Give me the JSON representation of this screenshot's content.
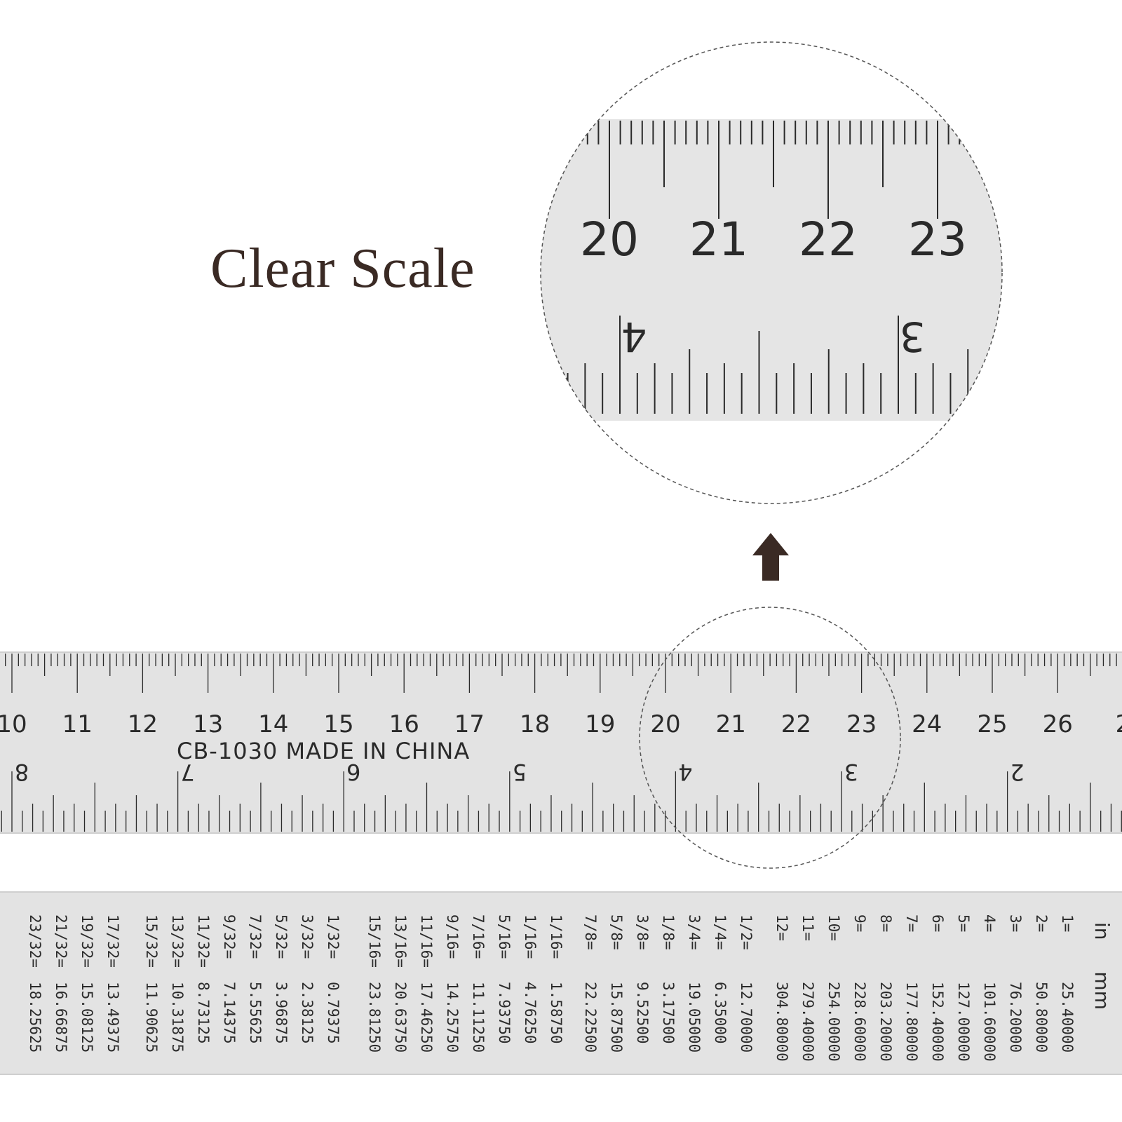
{
  "headline": "Clear Scale",
  "colors": {
    "headline": "#3a2a24",
    "arrow": "#3a2a24",
    "ruler": "#e3e3e3",
    "ink": "#2a2a2a"
  },
  "ruler": {
    "cm_labels": [
      "10",
      "11",
      "12",
      "13",
      "14",
      "15",
      "16",
      "17",
      "18",
      "19",
      "20",
      "21",
      "22",
      "23",
      "24",
      "25",
      "26",
      "2"
    ],
    "imprint": "CB-1030 MADE IN CHINA",
    "inch_labels": [
      "8",
      "7",
      "6",
      "5",
      "4",
      "3",
      "2"
    ]
  },
  "zoom": {
    "cm_labels": [
      "20",
      "21",
      "22",
      "23"
    ],
    "inch_labels": [
      "4",
      "3"
    ]
  },
  "conversion": {
    "header": "in mm",
    "rows": [
      {
        "i": "1=",
        "v": "25.40000"
      },
      {
        "i": "2=",
        "v": "50.80000"
      },
      {
        "i": "3=",
        "v": "76.20000"
      },
      {
        "i": "4=",
        "v": "101.60000"
      },
      {
        "i": "5=",
        "v": "127.00000"
      },
      {
        "i": "6=",
        "v": "152.40000"
      },
      {
        "i": "7=",
        "v": "177.80000"
      },
      {
        "i": "8=",
        "v": "203.20000"
      },
      {
        "i": "9=",
        "v": "228.60000"
      },
      {
        "i": "10=",
        "v": "254.00000"
      },
      {
        "i": "11=",
        "v": "279.40000"
      },
      {
        "i": "12=",
        "v": "304.80000"
      },
      {
        "i": "1/2=",
        "v": "12.70000"
      },
      {
        "i": "1/4=",
        "v": "6.35000"
      },
      {
        "i": "3/4=",
        "v": "19.05000"
      },
      {
        "i": "1/8=",
        "v": "3.17500"
      },
      {
        "i": "3/8=",
        "v": "9.52500"
      },
      {
        "i": "5/8=",
        "v": "15.87500"
      },
      {
        "i": "7/8=",
        "v": "22.22500"
      },
      {
        "i": "1/16=",
        "v": "1.58750"
      },
      {
        "i": "1/16=",
        "v": "4.76250"
      },
      {
        "i": "5/16=",
        "v": "7.93750"
      },
      {
        "i": "7/16=",
        "v": "11.11250"
      },
      {
        "i": "9/16=",
        "v": "14.25750"
      },
      {
        "i": "11/16=",
        "v": "17.46250"
      },
      {
        "i": "13/16=",
        "v": "20.63750"
      },
      {
        "i": "15/16=",
        "v": "23.81250"
      },
      {
        "i": "1/32=",
        "v": "0.79375"
      },
      {
        "i": "3/32=",
        "v": "2.38125"
      },
      {
        "i": "5/32=",
        "v": "3.96875"
      },
      {
        "i": "7/32=",
        "v": "5.55625"
      },
      {
        "i": "9/32=",
        "v": "7.14375"
      },
      {
        "i": "11/32=",
        "v": "8.73125"
      },
      {
        "i": "13/32=",
        "v": "10.31875"
      },
      {
        "i": "15/32=",
        "v": "11.90625"
      },
      {
        "i": "17/32=",
        "v": "13.49375"
      },
      {
        "i": "19/32=",
        "v": "15.08125"
      },
      {
        "i": "21/32=",
        "v": "16.66875"
      },
      {
        "i": "23/32=",
        "v": "18.25625"
      }
    ]
  }
}
